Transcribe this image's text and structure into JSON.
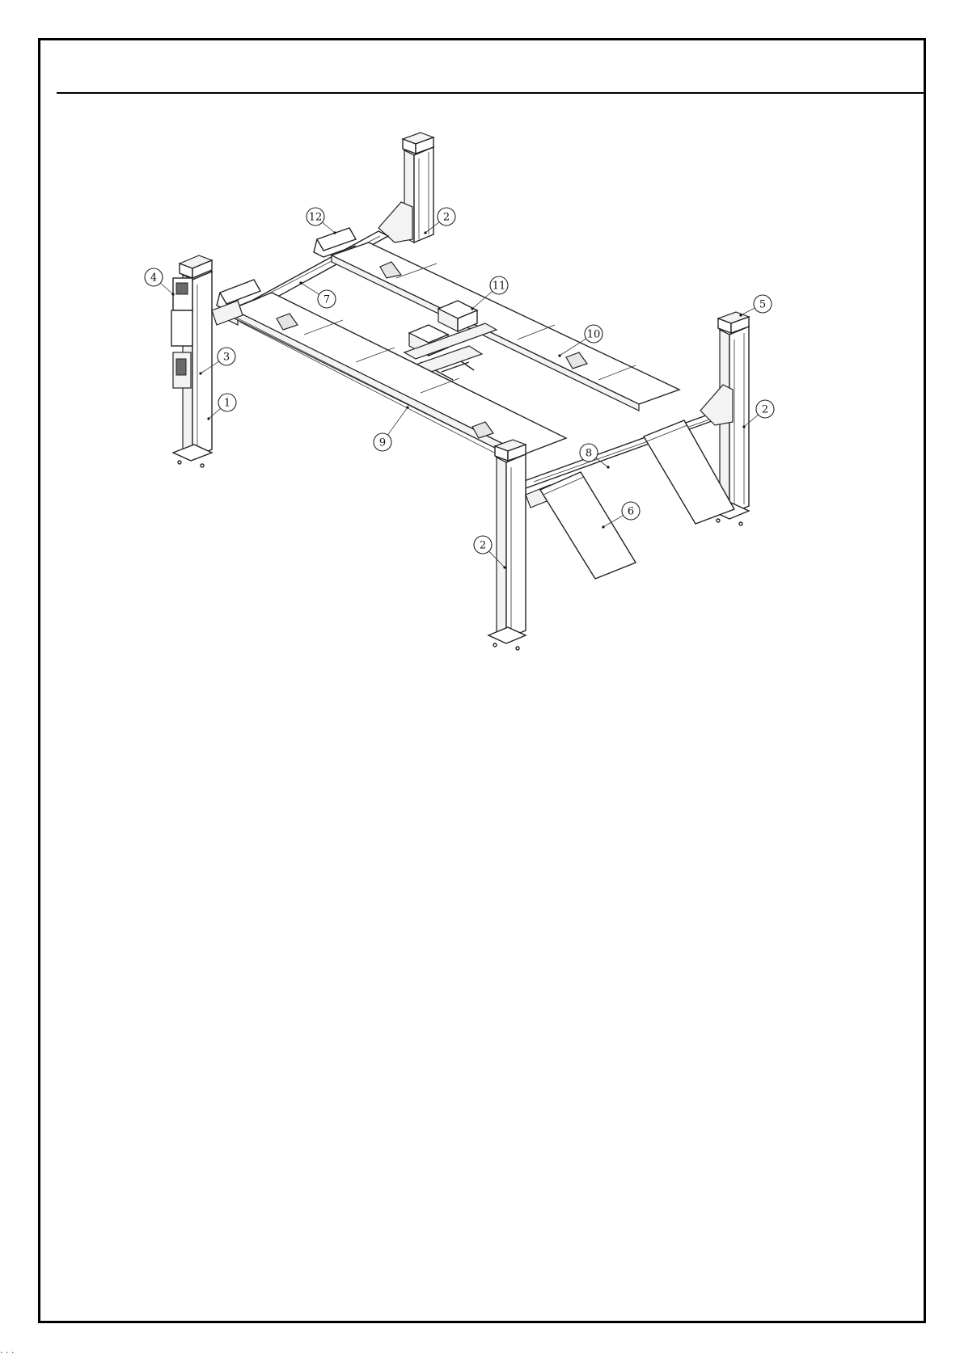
{
  "drawing": {
    "callouts": [
      {
        "id": "c1",
        "label": "1"
      },
      {
        "id": "c2a",
        "label": "2"
      },
      {
        "id": "c2b",
        "label": "2"
      },
      {
        "id": "c2c",
        "label": "2"
      },
      {
        "id": "c3",
        "label": "3"
      },
      {
        "id": "c4",
        "label": "4"
      },
      {
        "id": "c5",
        "label": "5"
      },
      {
        "id": "c6",
        "label": "6"
      },
      {
        "id": "c7",
        "label": "7"
      },
      {
        "id": "c8",
        "label": "8"
      },
      {
        "id": "c9",
        "label": "9"
      },
      {
        "id": "c10",
        "label": "10"
      },
      {
        "id": "c11",
        "label": "11"
      },
      {
        "id": "c12",
        "label": "12"
      }
    ]
  },
  "footer": {
    "text": "· · ·"
  }
}
